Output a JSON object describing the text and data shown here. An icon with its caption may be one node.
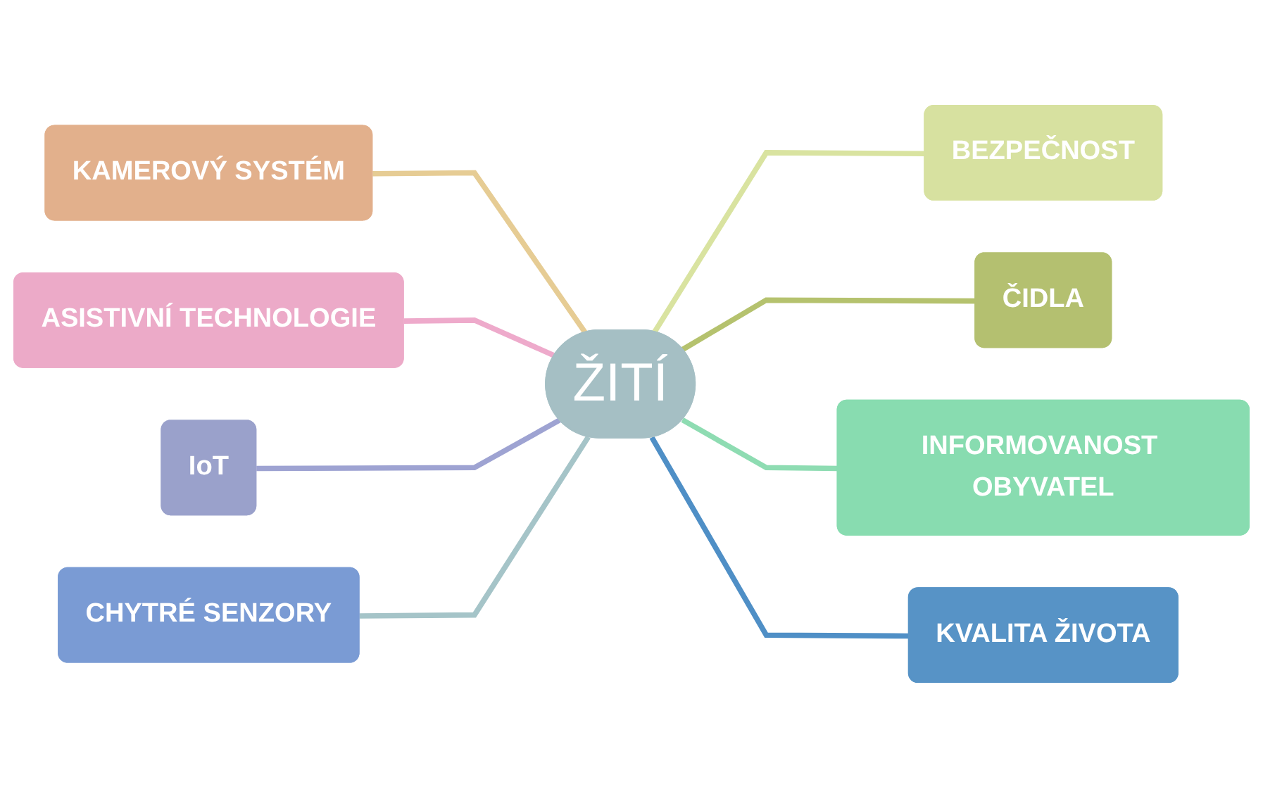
{
  "diagram": {
    "nodes": [
      {
        "text": [
          "KAMEROVÝ SYSTÉM"
        ]
      },
      {
        "text": [
          "ASISTIVNÍ TECHNOLOGIE"
        ]
      },
      {
        "text": [
          "BEZPEČNOST"
        ]
      },
      {
        "text": [
          "IoT"
        ]
      },
      {
        "text": [
          "ŽITÍ"
        ]
      },
      {
        "text": [
          "ČIDLA"
        ]
      },
      {
        "text": [
          "CHYTRÉ SENZORY"
        ]
      },
      {
        "text": [
          "INFORMOVANOST OBYVATEL"
        ]
      },
      {
        "text": [
          "KVALITA ŽIVOTA"
        ]
      }
    ],
    "edges": [
      {
        "from": 0,
        "to": 4,
        "arrow": "none",
        "color": "#e6cc94"
      },
      {
        "from": 1,
        "to": 4,
        "arrow": "none",
        "color": "#eeaacb"
      },
      {
        "from": 4,
        "to": 2,
        "arrow": "none",
        "color": "#d9e3a0"
      },
      {
        "from": 3,
        "to": 4,
        "arrow": "none",
        "color": "#9ea3d2"
      },
      {
        "from": 4,
        "to": 5,
        "arrow": "none",
        "color": "#b5c26e"
      },
      {
        "from": 6,
        "to": 4,
        "arrow": "none",
        "color": "#a5c4c8"
      },
      {
        "from": 4,
        "to": 7,
        "arrow": "none",
        "color": "#8edcb2"
      },
      {
        "from": 4,
        "to": 8,
        "arrow": "none",
        "color": "#4f8fc6"
      }
    ]
  }
}
